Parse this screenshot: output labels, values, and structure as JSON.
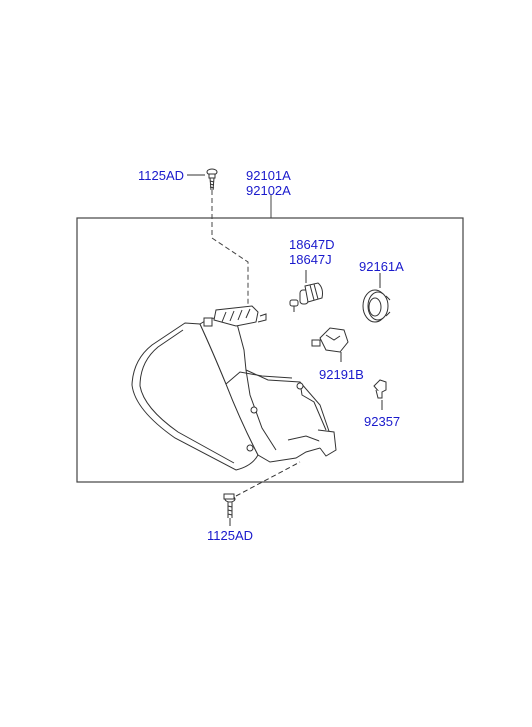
{
  "parts": {
    "bolt_top": "1125AD",
    "headlamp_left": "92101A",
    "headlamp_right": "92102A",
    "bulb_d": "18647D",
    "bulb_j": "18647J",
    "cap": "92161A",
    "socket": "92191B",
    "clip": "92357",
    "bolt_bottom": "1125AD"
  },
  "colors": {
    "label": "#1a1acc",
    "line": "#333333"
  }
}
